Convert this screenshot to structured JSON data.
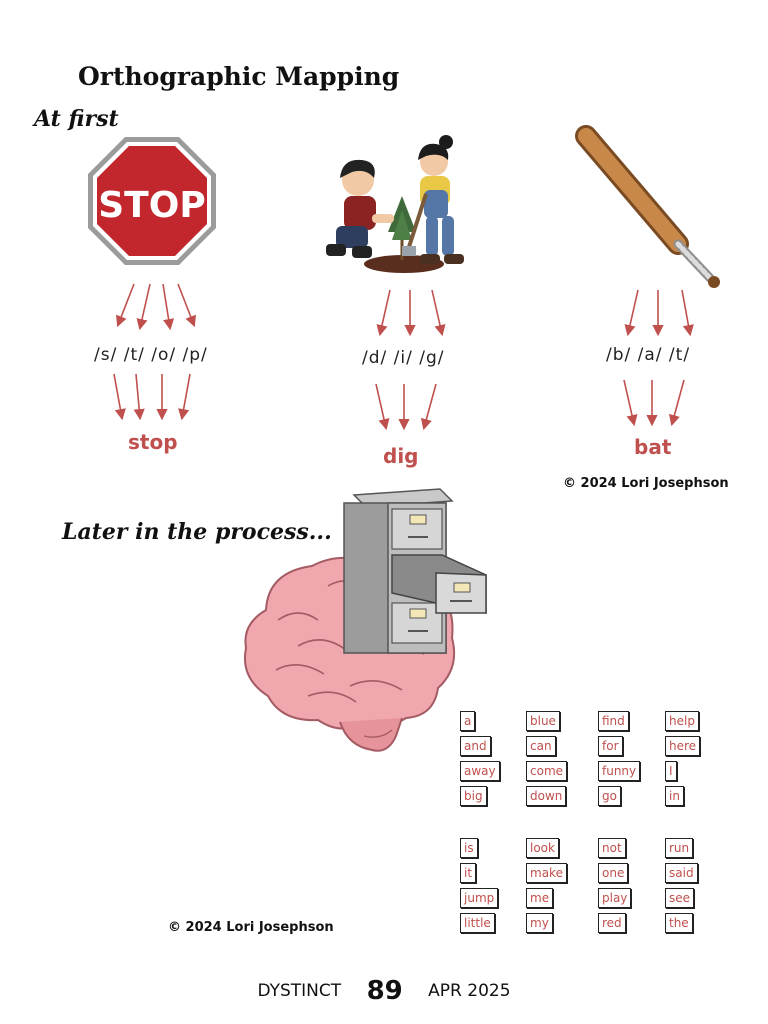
{
  "title": "Orthographic Mapping",
  "section1": "At first",
  "section2": "Later in the process...",
  "examples": [
    {
      "phonemes": "/s/ /t/ /o/ /p/",
      "word": "stop",
      "picture": "stop-sign-icon",
      "sign_text": "STOP"
    },
    {
      "phonemes": "/d/ /i/ /g/",
      "word": "dig",
      "picture": "kids-digging-icon"
    },
    {
      "phonemes": "/b/ /a/ /t/",
      "word": "bat",
      "picture": "baseball-bat-icon"
    }
  ],
  "copyright": "© 2024 Lori Josephson",
  "word_columns": [
    [
      "a",
      "and",
      "away",
      "big"
    ],
    [
      "blue",
      "can",
      "come",
      "down"
    ],
    [
      "find",
      "for",
      "funny",
      "go"
    ],
    [
      "help",
      "here",
      "I",
      "in"
    ],
    [
      "is",
      "it",
      "jump",
      "little"
    ],
    [
      "look",
      "make",
      "me",
      "my"
    ],
    [
      "not",
      "one",
      "play",
      "red"
    ],
    [
      "run",
      "said",
      "see",
      "the"
    ]
  ],
  "footer": {
    "left": "DYSTINCT",
    "page": "89",
    "right": "APR 2025"
  },
  "colors": {
    "accent": "#c0504d",
    "stop_red": "#c1272d"
  }
}
